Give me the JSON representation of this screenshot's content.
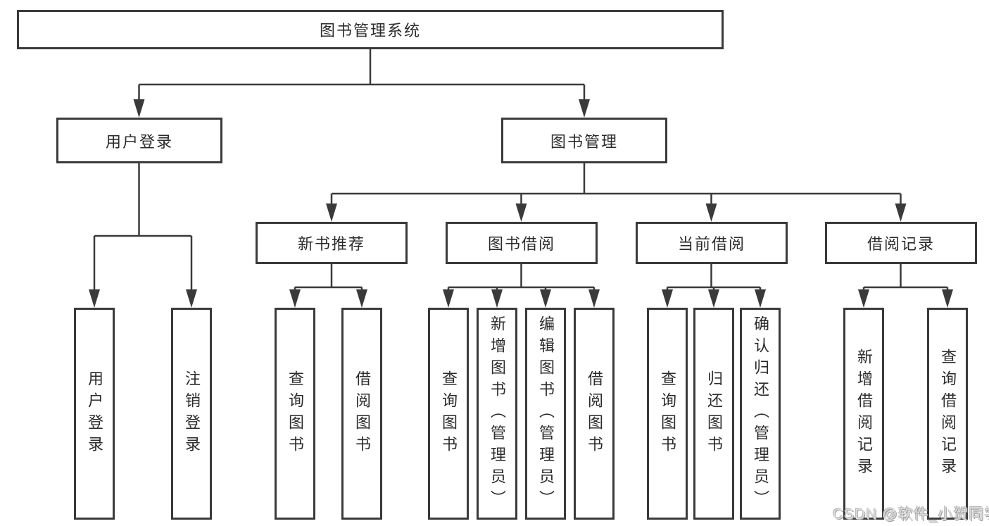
{
  "diagram": {
    "root": {
      "label": "图书管理系统",
      "children": [
        {
          "label": "用户登录",
          "children": [
            {
              "label": "用户登录"
            },
            {
              "label": "注销登录"
            }
          ]
        },
        {
          "label": "图书管理",
          "children": [
            {
              "label": "新书推荐",
              "children": [
                {
                  "label": "查询图书"
                },
                {
                  "label": "借阅图书"
                }
              ]
            },
            {
              "label": "图书借阅",
              "children": [
                {
                  "label": "查询图书"
                },
                {
                  "label": "新增图书（管理员）"
                },
                {
                  "label": "编辑图书（管理员）"
                },
                {
                  "label": "借阅图书"
                }
              ]
            },
            {
              "label": "当前借阅",
              "children": [
                {
                  "label": "查询图书"
                },
                {
                  "label": "归还图书"
                },
                {
                  "label": "确认归还（管理员）"
                }
              ]
            },
            {
              "label": "借阅记录",
              "children": [
                {
                  "label": "新增借阅记录"
                },
                {
                  "label": "查询借阅记录"
                }
              ]
            }
          ]
        }
      ]
    }
  },
  "watermark": {
    "text": "CSDN @软件_小贺同学"
  },
  "colors": {
    "line": "#3a3a3a",
    "box_border": "#3a3a3a",
    "text": "#2b2b2b",
    "background": "#ffffff",
    "watermark": "#dcdcdc"
  }
}
